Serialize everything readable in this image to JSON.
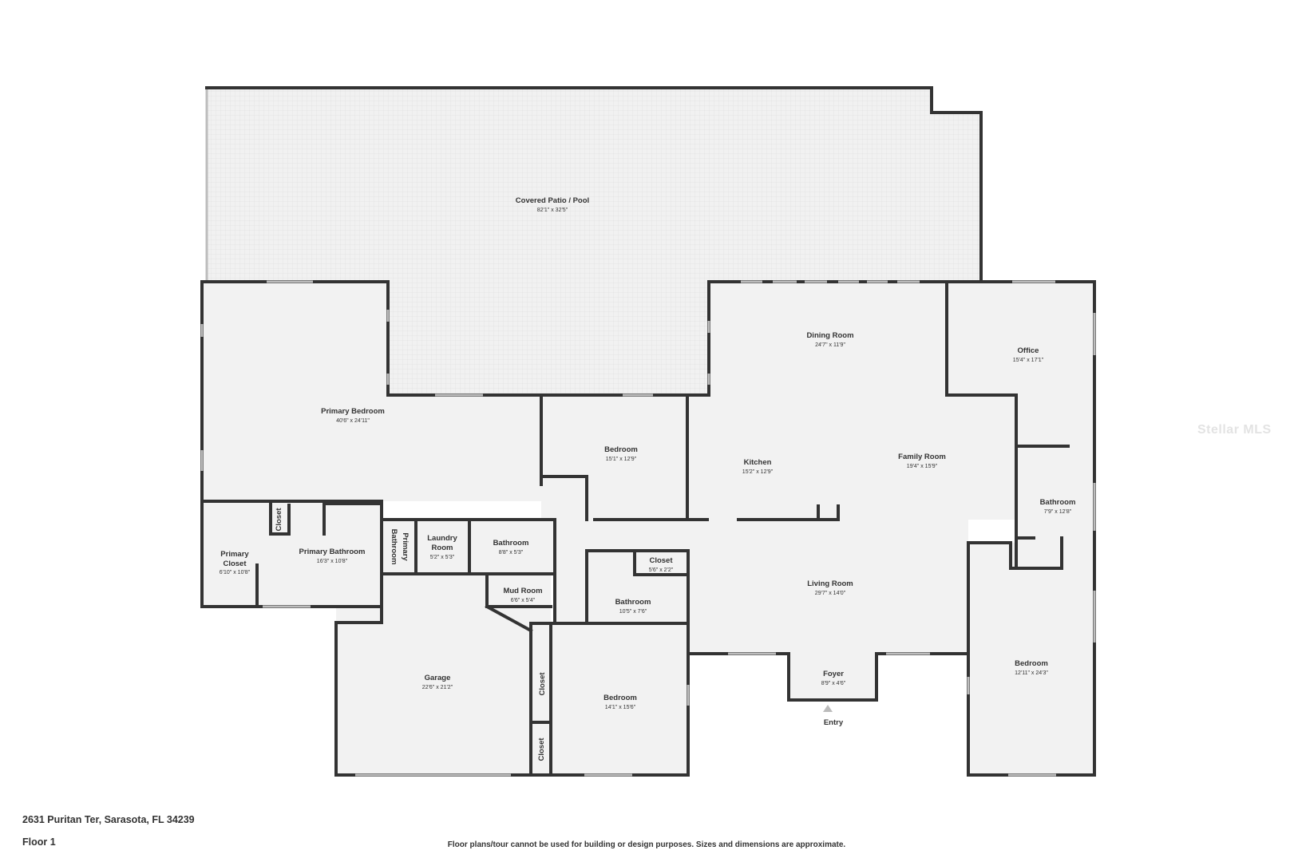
{
  "rooms": {
    "patio": {
      "name": "Covered Patio / Pool",
      "dim": "82'1\" x 32'5\""
    },
    "primary_bed": {
      "name": "Primary Bedroom",
      "dim": "40'6\" x 24'11\""
    },
    "dining": {
      "name": "Dining Room",
      "dim": "24'7\" x 11'9\""
    },
    "office": {
      "name": "Office",
      "dim": "15'4\" x 17'1\""
    },
    "bedroom_2": {
      "name": "Bedroom",
      "dim": "15'1\" x 12'9\""
    },
    "kitchen": {
      "name": "Kitchen",
      "dim": "15'2\" x 12'9\""
    },
    "family": {
      "name": "Family Room",
      "dim": "19'4\" x 15'9\""
    },
    "bathroom_e": {
      "name": "Bathroom",
      "dim": "7'9\" x 12'8\""
    },
    "primary_closet": {
      "name_1": "Primary",
      "name_2": "Closet",
      "dim": "6'10\" x 10'8\""
    },
    "closet_small": {
      "name": "Closet"
    },
    "primary_bath": {
      "name": "Primary Bathroom",
      "dim": "16'3\" x 10'8\""
    },
    "primary_bath_v": {
      "name_1": "Primary",
      "name_2": "Bathroom"
    },
    "laundry": {
      "name_1": "Laundry",
      "name_2": "Room",
      "dim": "5'2\" x 5'3\""
    },
    "bathroom_m": {
      "name": "Bathroom",
      "dim": "8'8\" x 5'3\""
    },
    "closet_mid": {
      "name": "Closet",
      "dim": "5'6\" x 2'2\""
    },
    "mud": {
      "name": "Mud Room",
      "dim": "6'6\" x 5'4\""
    },
    "bathroom_c": {
      "name": "Bathroom",
      "dim": "10'5\" x 7'6\""
    },
    "living": {
      "name": "Living Room",
      "dim": "29'7\" x 14'0\""
    },
    "garage": {
      "name": "Garage",
      "dim": "22'6\" x 21'2\""
    },
    "closet_g1": {
      "name": "Closet"
    },
    "closet_g2": {
      "name": "Closet"
    },
    "bedroom_3": {
      "name": "Bedroom",
      "dim": "14'1\" x 15'6\""
    },
    "foyer": {
      "name": "Foyer",
      "dim": "8'9\" x 4'6\""
    },
    "bedroom_4": {
      "name": "Bedroom",
      "dim": "12'11\" x 24'3\""
    }
  },
  "entry_label": "Entry",
  "footer": {
    "address": "2631 Puritan Ter, Sarasota, FL 34239",
    "floor": "Floor 1",
    "disclaimer": "Floor plans/tour cannot be used for building or design purposes. Sizes and dimensions are approximate."
  },
  "watermark": "Stellar MLS",
  "colors": {
    "wall": "#333333",
    "room_fill": "#f2f2f2",
    "window": "#bdbdbd"
  }
}
